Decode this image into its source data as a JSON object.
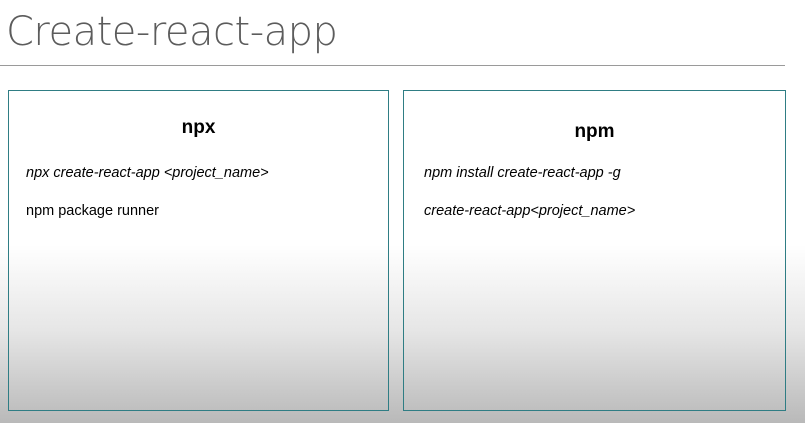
{
  "slide": {
    "title": "Create-react-app"
  },
  "cards": [
    {
      "heading": "npx",
      "lines": [
        "npx create-react-app <project_name>",
        "npm package runner"
      ]
    },
    {
      "heading": "npm",
      "lines": [
        "npm install create-react-app -g",
        "create-react-app<project_name>"
      ]
    }
  ]
}
